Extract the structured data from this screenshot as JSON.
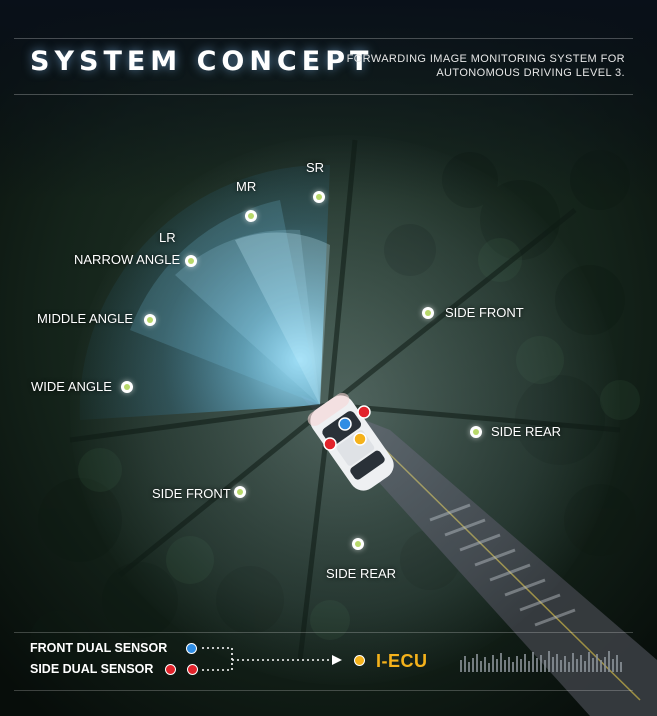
{
  "header": {
    "title": "SYSTEM CONCEPT",
    "subtitle_line1": "FORWARDING IMAGE MONITORING SYSTEM FOR",
    "subtitle_line2": "AUTONOMOUS DRIVING LEVEL 3."
  },
  "zones": {
    "sr": "SR",
    "mr": "MR",
    "lr": "LR",
    "narrow_angle": "NARROW ANGLE",
    "middle_angle": "MIDDLE ANGLE",
    "wide_angle": "WIDE ANGLE",
    "side_front_right": "SIDE FRONT",
    "side_rear_right": "SIDE REAR",
    "side_front_left": "SIDE FRONT",
    "side_rear_bottom": "SIDE REAR"
  },
  "legend": {
    "front_dual_sensor": "FRONT DUAL SENSOR",
    "side_dual_sensor": "SIDE DUAL SENSOR",
    "iecu": "I-ECU"
  },
  "colors": {
    "front_sensor": "#2f8de4",
    "side_sensor": "#e2232b",
    "iecu": "#f5b21b",
    "zone_point": "#b8d86a"
  },
  "icons": {
    "car": "car-top-view-icon",
    "signal": "signal-bars-icon",
    "arrow": "dotted-arrow-icon"
  }
}
